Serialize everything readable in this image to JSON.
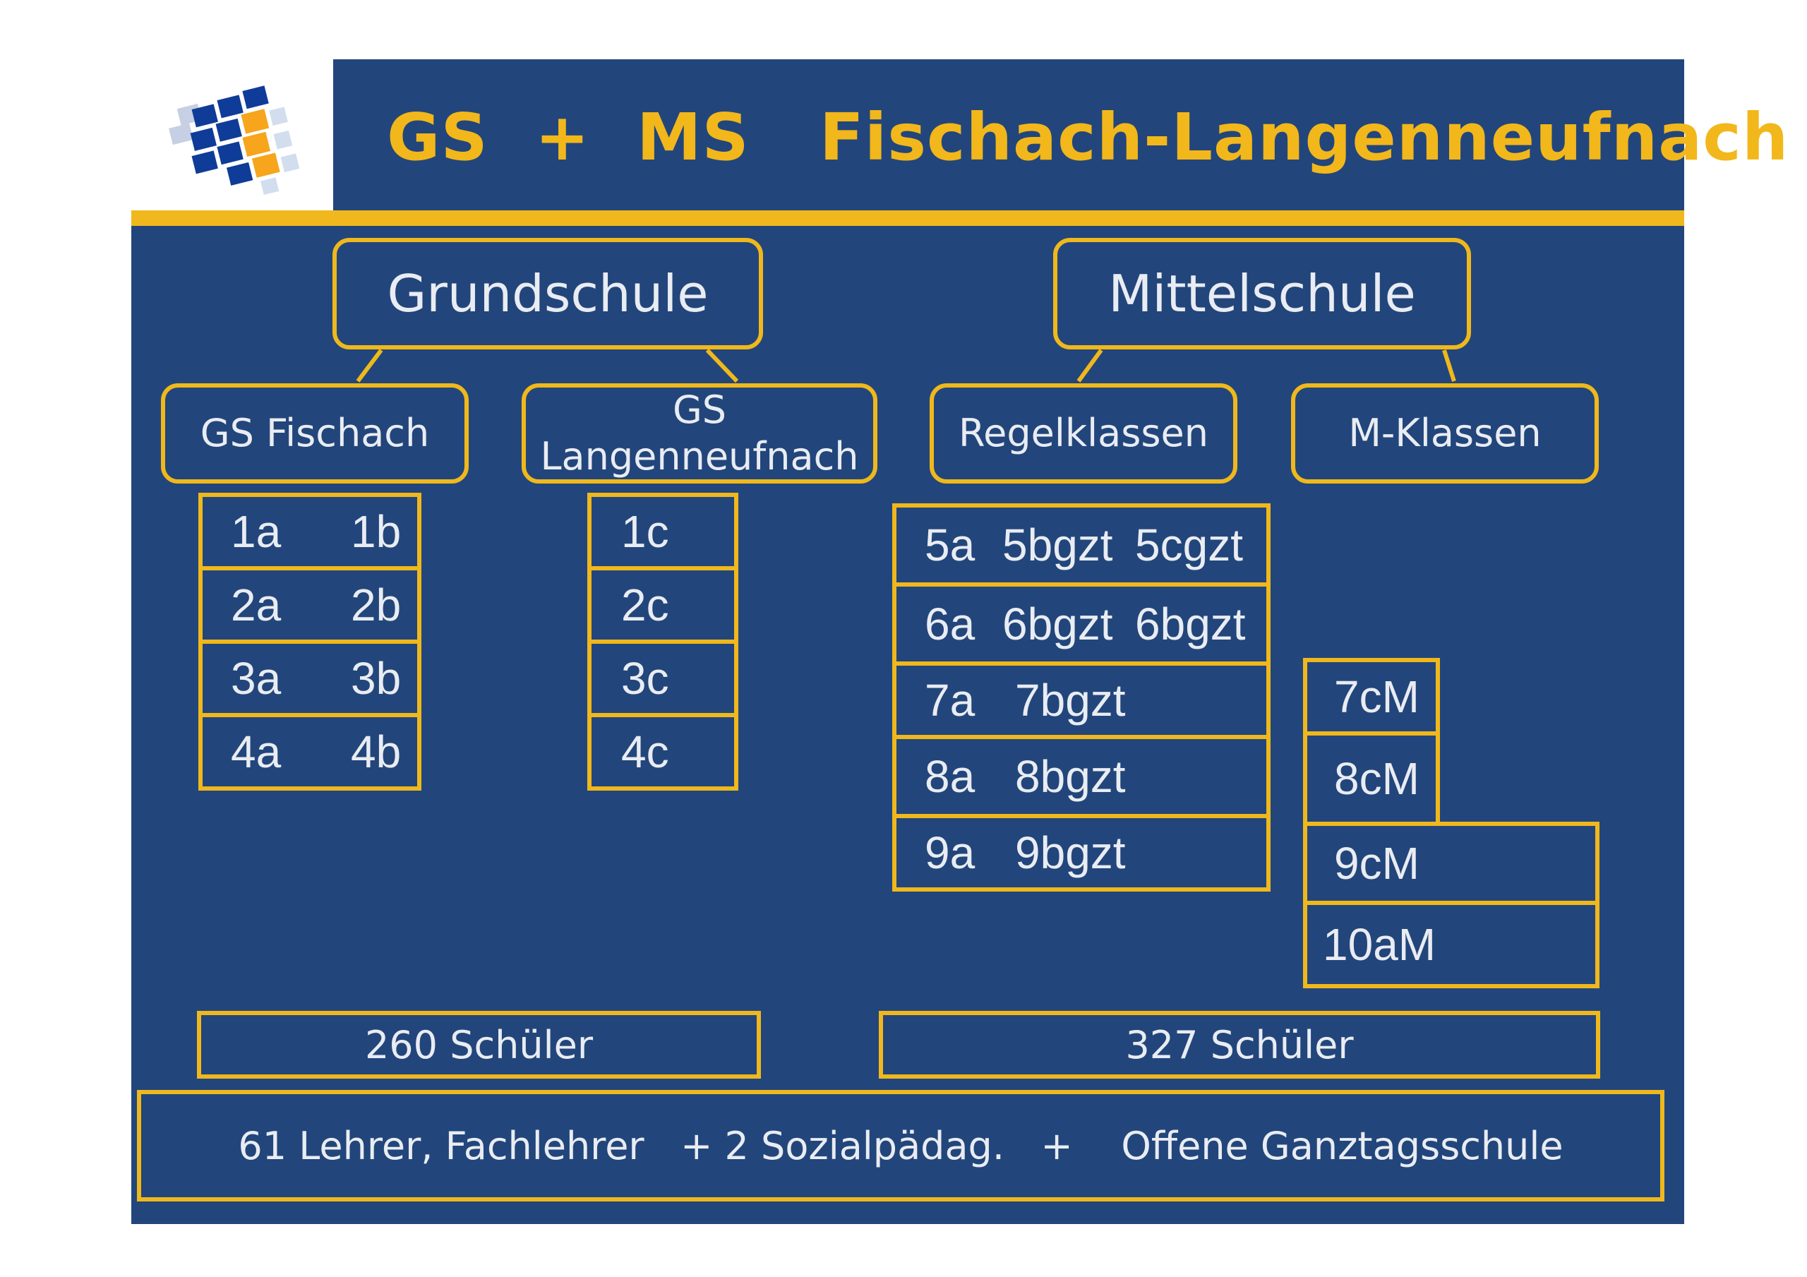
{
  "header": {
    "title": "GS  +  MS   Fischach-Langenneufnach"
  },
  "grundschule": {
    "label": "Grundschule",
    "branches": [
      {
        "label": "GS Fischach",
        "rows": [
          [
            "1a",
            "1b"
          ],
          [
            "2a",
            "2b"
          ],
          [
            "3a",
            "3b"
          ],
          [
            "4a",
            "4b"
          ]
        ]
      },
      {
        "label": "GS Langenneufnach",
        "rows": [
          [
            "1c"
          ],
          [
            "2c"
          ],
          [
            "3c"
          ],
          [
            "4c"
          ]
        ]
      }
    ],
    "students": "260 Schüler"
  },
  "mittelschule": {
    "label": "Mittelschule",
    "regel": {
      "label": "Regelklassen",
      "rows": [
        [
          "5a",
          "5bgzt",
          "5cgzt"
        ],
        [
          "6a",
          "6bgzt",
          "6bgzt"
        ],
        [
          "7a",
          "7bgzt"
        ],
        [
          "8a",
          "8bgzt"
        ],
        [
          "9a",
          "9bgzt"
        ]
      ]
    },
    "mklassen": {
      "label": "M-Klassen",
      "rows": [
        "7cM",
        "8cM",
        "9cM",
        "10aM"
      ]
    },
    "students": "327 Schüler"
  },
  "footer": {
    "text": "61 Lehrer, Fachlehrer   + 2 Sozialpädag.   +    Offene Ganztagsschule"
  },
  "colors": {
    "background": "#22467b",
    "accent": "#f0b81c",
    "text": "#e9ecf2"
  },
  "logo": {
    "icon": "grid-squares-logo"
  }
}
